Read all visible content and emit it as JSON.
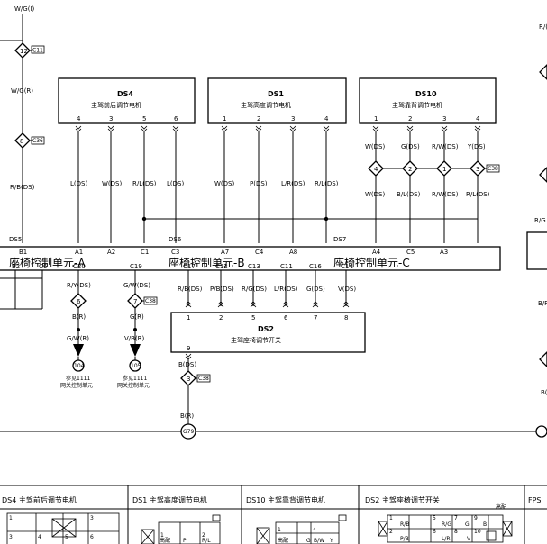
{
  "top_wire": {
    "color": "W/G(I)",
    "connector": "12",
    "tag": "C11",
    "lower_color": "W/G(R)",
    "lower_connector": "8",
    "lower_tag": "C36",
    "bottom_color": "R/B(DS)"
  },
  "components": {
    "ds4": {
      "id": "DS4",
      "name": "主驾前后调节电机",
      "pins": [
        "4",
        "3",
        "5",
        "6"
      ]
    },
    "ds1": {
      "id": "DS1",
      "name": "主驾高度调节电机",
      "pins": [
        "1",
        "2",
        "3",
        "4"
      ]
    },
    "ds10": {
      "id": "DS10",
      "name": "主驾靠背调节电机",
      "pins": [
        "1",
        "2",
        "3",
        "4"
      ]
    },
    "ds2": {
      "id": "DS2",
      "name": "主驾座椅调节开关",
      "pins": [
        "1",
        "2",
        "5",
        "6",
        "7",
        "8"
      ],
      "bottom_pin": "9"
    }
  },
  "wires": {
    "ds4": [
      "L(DS)",
      "W(DS)",
      "R/L(DS)",
      "L(DS)"
    ],
    "ds1": [
      "W(DS)",
      "P(DS)",
      "L/R(DS)",
      "R/L(DS)"
    ],
    "ds10_top": [
      "W(DS)",
      "G(DS)",
      "R/W(DS)",
      "Y(DS)"
    ],
    "ds10_bottom": [
      "W(DS)",
      "B/L(DS)",
      "R/W(DS)",
      "R/L(DS)"
    ],
    "ds10_conn": [
      "4",
      "2",
      "1",
      "3"
    ],
    "ds10_tag": "C38"
  },
  "control_unit": {
    "top_pins": [
      "B1",
      "A1",
      "A2",
      "C1",
      "C3",
      "A7",
      "C4",
      "A8",
      "A4",
      "C5",
      "A3"
    ],
    "sections": [
      {
        "code": "DS5",
        "label": "座椅控制单元-A"
      },
      {
        "code": "DS6",
        "label": "座椅控制单元-B"
      },
      {
        "code": "DS7",
        "label": "座椅控制单元-C"
      }
    ],
    "bottom_pins": [
      "B2",
      "C6",
      "C20",
      "C19",
      "C17",
      "C12",
      "C13",
      "C11",
      "C16",
      "C14"
    ]
  },
  "switch_wires": [
    "R/B(DS)",
    "P/B(DS)",
    "R/G(DS)",
    "L/R(DS)",
    "G(DS)",
    "V(DS)"
  ],
  "left_branch": {
    "color1": "R/Y(DS)",
    "conn": "6",
    "color2": "B(R)",
    "color3": "G/W(R)",
    "ref_num": "104",
    "ref_text1": "参见1111",
    "ref_text2": "网关控制单元"
  },
  "right_branch": {
    "color1": "G/W(DS)",
    "conn": "7",
    "tag": "C38",
    "color2": "G(R)",
    "color3": "V/B(R)",
    "ref_num": "105",
    "ref_text1": "参见1111",
    "ref_text2": "网关控制单元"
  },
  "ground": {
    "color1": "B(DS)",
    "conn": "3",
    "tag": "C38",
    "color2": "B(R)",
    "point": "G79"
  },
  "right_edge": [
    "R/(",
    "R/G",
    "B/F",
    "B("
  ],
  "bottom_panels": [
    {
      "title": "DS4 主驾前后调节电机"
    },
    {
      "title": "DS1 主驾高度调节电机"
    },
    {
      "title": "DS10 主驾靠背调节电机"
    },
    {
      "title": "DS2 主驾座椅调节开关"
    },
    {
      "title": "FPS"
    }
  ]
}
